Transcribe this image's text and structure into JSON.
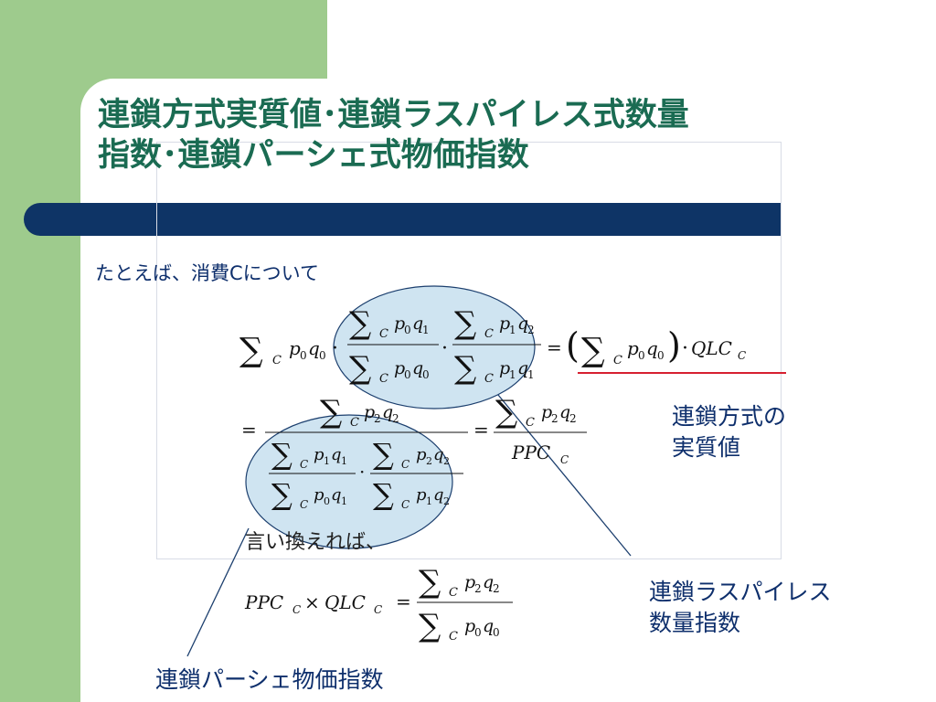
{
  "slide": {
    "title_line1": "連鎖方式実質値･連鎖ラスパイレス式数量",
    "title_line2": "指数･連鎖パーシェ式物価指数",
    "intro": "たとえば、消費Cについて",
    "paraphrase": "言い換えれば、",
    "callouts": {
      "real_value": [
        "連鎖方式の",
        "実質値"
      ],
      "laspeyres_quantity": [
        "連鎖ラスパイレス",
        "数量指数"
      ],
      "paasche_price": "連鎖パーシェ物価指数"
    }
  },
  "colors": {
    "green_band": "#9ecb8d",
    "navy_bar": "#0e3466",
    "title_text": "#1a6b52",
    "body_text": "#0e2f6c",
    "ellipse_fill": "#cfe4f1",
    "ellipse_stroke": "#1c3f6e",
    "underline": "#d62030"
  },
  "formulas": {
    "sum": "∑",
    "subC": "C",
    "p": "p",
    "q": "q",
    "s0": "0",
    "s1": "1",
    "s2": "2",
    "eq": "=",
    "times": "×",
    "lparen": "(",
    "rparen": ")",
    "dot": "·",
    "QLC": "QLC",
    "PPC": "PPC"
  }
}
